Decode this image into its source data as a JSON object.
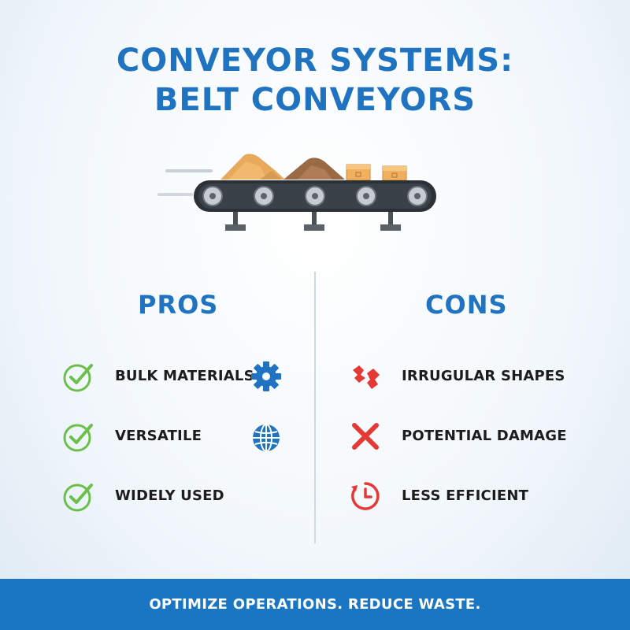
{
  "title": {
    "line1": "CONVEYOR SYSTEMS:",
    "line2": "BELT CONVEYORS"
  },
  "pros": {
    "heading": "PROS",
    "items": [
      {
        "label": "BULK MATERIALS",
        "icon": "check-icon",
        "side_icon": "gear-icon"
      },
      {
        "label": "VERSATILE",
        "icon": "check-icon",
        "side_icon": "globe-icon"
      },
      {
        "label": "WIDELY USED",
        "icon": "check-icon"
      }
    ]
  },
  "cons": {
    "heading": "CONS",
    "items": [
      {
        "label": "IRRUGULAR SHAPES",
        "icon": "broken-shape-icon"
      },
      {
        "label": "POTENTIAL DAMAGE",
        "icon": "x-icon"
      },
      {
        "label": "LESS EFFICIENT",
        "icon": "clock-icon"
      }
    ]
  },
  "footer": {
    "text": "OPTIMIZE OPERATIONS. REDUCE WASTE."
  },
  "colors": {
    "brand_blue": "#1f73c0",
    "check_green": "#6cc04a",
    "cons_red": "#e53935",
    "footer_bg": "#1a76c2"
  }
}
